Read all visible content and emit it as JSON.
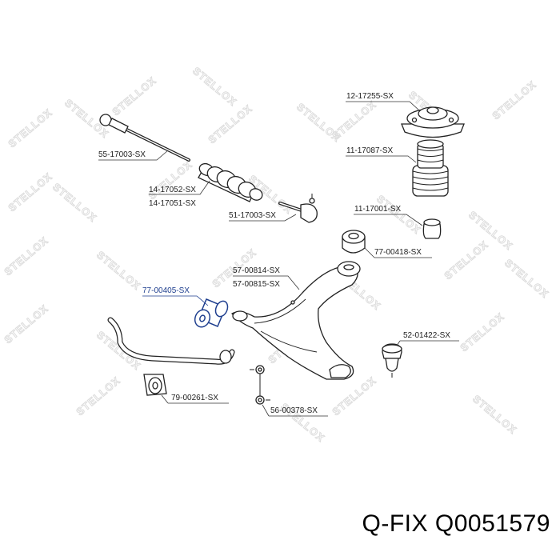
{
  "watermark": "STELLOX",
  "parts": [
    {
      "label": "12-17255-SX"
    },
    {
      "label": "55-17003-SX"
    },
    {
      "label": "11-17087-SX"
    },
    {
      "label": "14-17052-SX"
    },
    {
      "label": "14-17051-SX"
    },
    {
      "label": "51-17003-SX"
    },
    {
      "label": "11-17001-SX"
    },
    {
      "label": "77-00418-SX"
    },
    {
      "label": "57-00814-SX"
    },
    {
      "label": "57-00815-SX"
    },
    {
      "label": "77-00405-SX"
    },
    {
      "label": "52-01422-SX"
    },
    {
      "label": "79-00261-SX"
    },
    {
      "label": "56-00378-SX"
    }
  ],
  "footer": {
    "brand": "Q-FIX",
    "part_number": "Q0051579"
  },
  "colors": {
    "highlight": "#1f3f8f",
    "line": "#222222",
    "watermark": "#dcdcdc"
  }
}
